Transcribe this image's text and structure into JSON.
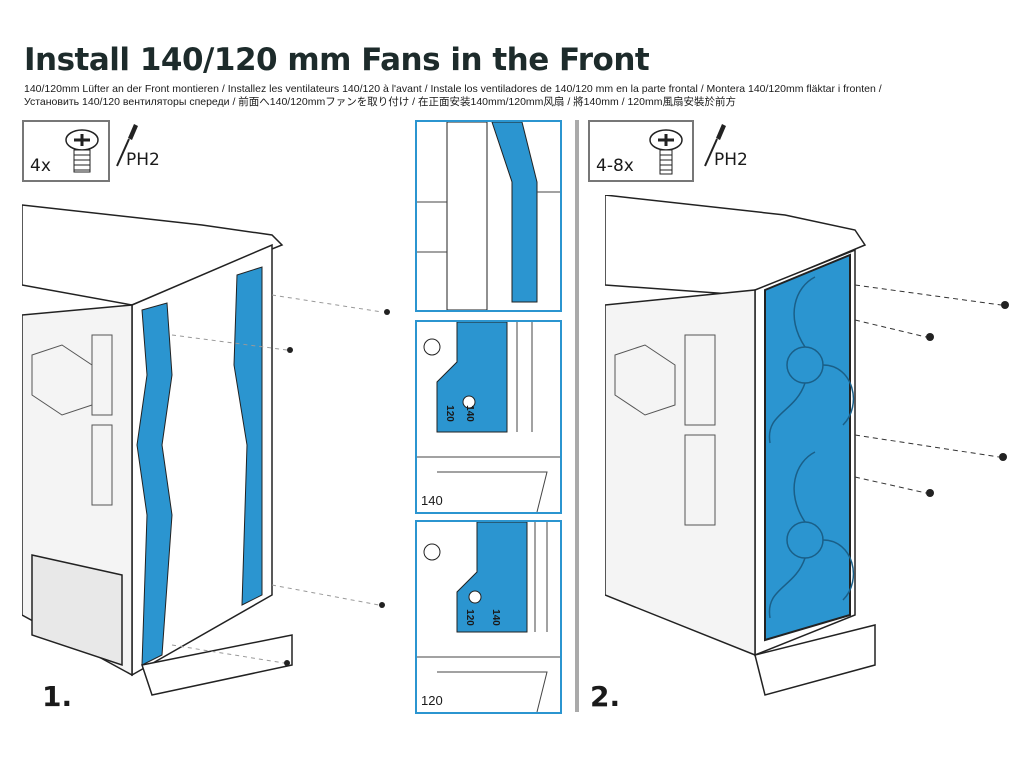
{
  "header": {
    "title": "Install 140/120 mm Fans in the Front",
    "subtitle_line1": "140/120mm Lüfter an der Front montieren / Installez les ventilateurs 140/120 à l'avant / Instale los ventiladores de 140/120 mm en la parte frontal / Montera 140/120mm fläktar i fronten /",
    "subtitle_line2": "Установить 140/120 вентиляторы спереди / 前面へ140/120mmファンを取り付け / 在正面安装140mm/120mm风扇 / 將140mm / 120mm風扇安裝於前方"
  },
  "step1": {
    "number": "1.",
    "screw_qty": "4x",
    "tool": "PH2"
  },
  "step2": {
    "number": "2.",
    "screw_qty": "4-8x",
    "tool": "PH2"
  },
  "details": [
    {
      "label": ""
    },
    {
      "label": "140",
      "marks": [
        "120",
        "140"
      ]
    },
    {
      "label": "120",
      "marks": [
        "120",
        "140"
      ]
    }
  ],
  "colors": {
    "accent": "#2b95d0",
    "text": "#1d2b2b"
  }
}
